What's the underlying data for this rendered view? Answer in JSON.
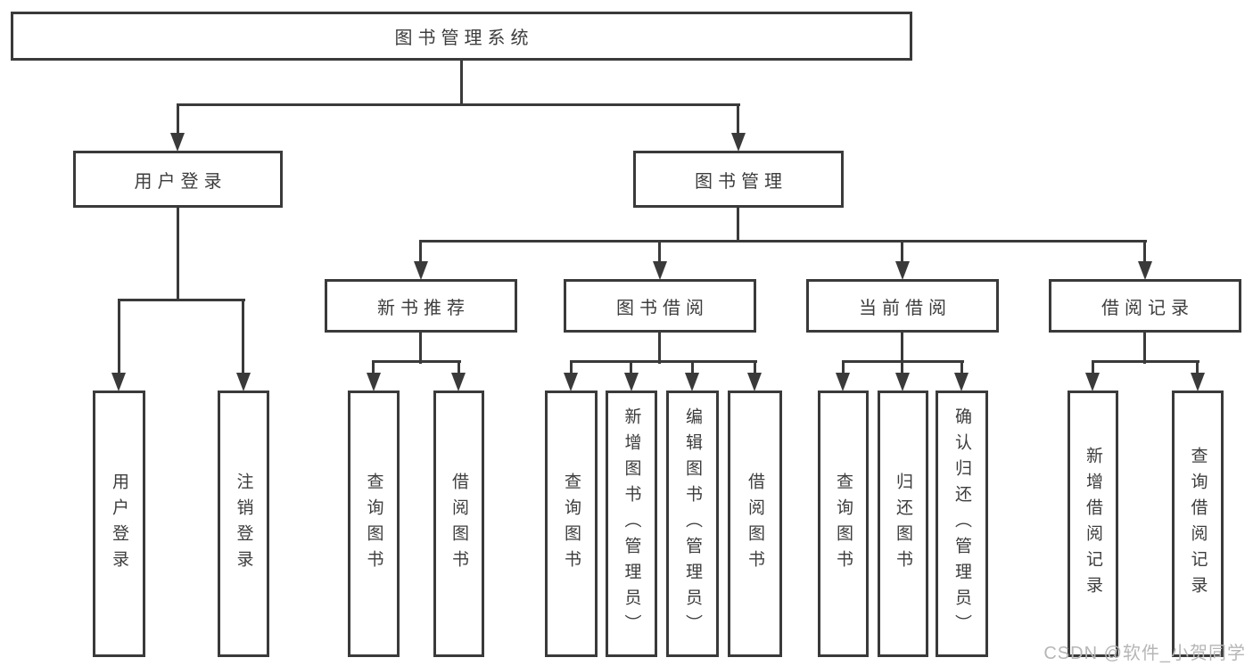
{
  "diagram": {
    "root": "图书管理系统",
    "level2": {
      "user_login": "用户登录",
      "book_mgmt": "图书管理"
    },
    "modules": [
      "新书推荐",
      "图书借阅",
      "当前借阅",
      "借阅记录"
    ],
    "leaves": {
      "user_login": [
        "用户登录",
        "注销登录"
      ],
      "new_book_recommend": [
        "查询图书",
        "借阅图书"
      ],
      "book_borrow": [
        "查询图书",
        "新增图书（管理员）",
        "编辑图书（管理员）",
        "借阅图书"
      ],
      "current_borrow": [
        "查询图书",
        "归还图书",
        "确认归还（管理员）"
      ],
      "borrow_record": [
        "新增借阅记录",
        "查询借阅记录"
      ]
    }
  },
  "watermark": {
    "text": "CSDN @软件_小贺同学"
  },
  "colors": {
    "line": "#3a3a3a",
    "text": "#3d3d3d",
    "watermark": "#b6b6b6",
    "background": "#ffffff"
  }
}
